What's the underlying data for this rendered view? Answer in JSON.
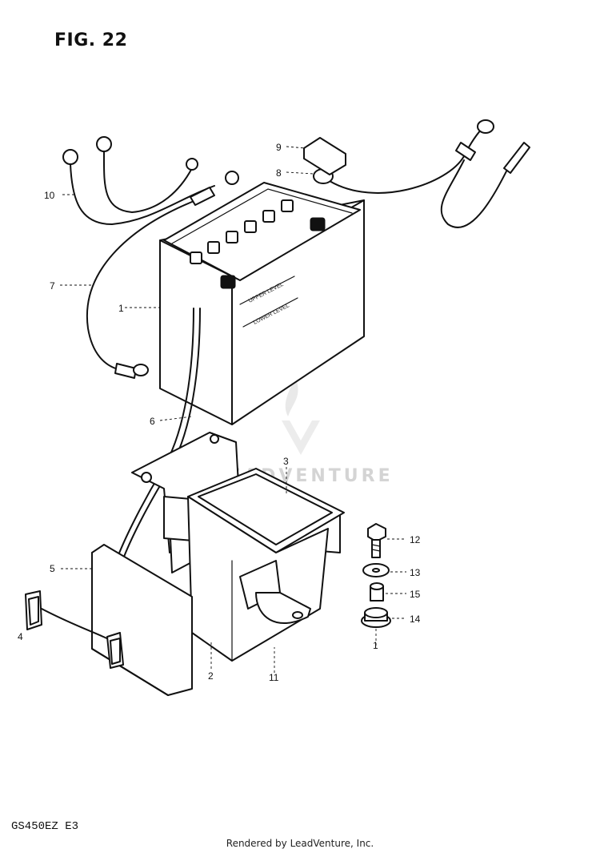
{
  "figure": {
    "title": "FIG. 22"
  },
  "model_code": "GS450EZ E3",
  "credit": "Rendered by LeadVenture, Inc.",
  "watermark": {
    "text": "LEADVENTURE",
    "logo_icon": "leadventure-flame-v-logo"
  },
  "battery_labels": {
    "upper": "UPPER LEVEL",
    "lower": "LOWER LEVEL"
  },
  "callouts": {
    "c1": "1",
    "c1b": "1",
    "c2": "2",
    "c3": "3",
    "c4": "4",
    "c5": "5",
    "c6": "6",
    "c7": "7",
    "c8": "8",
    "c9": "9",
    "c10": "10",
    "c11": "11",
    "c12": "12",
    "c13": "13",
    "c14": "14",
    "c15": "15"
  }
}
